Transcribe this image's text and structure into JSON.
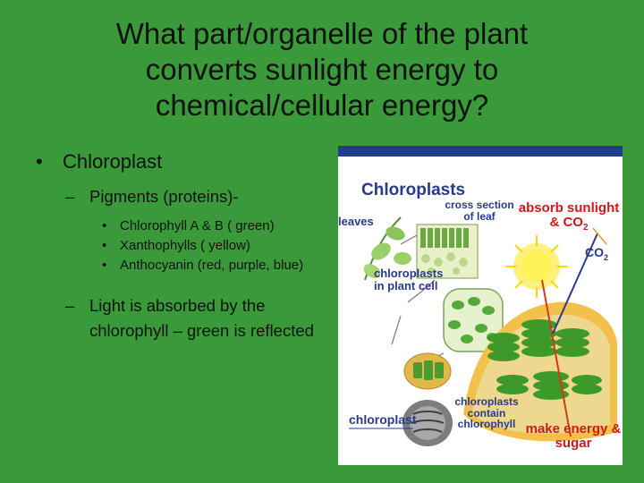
{
  "title": {
    "line1": "What part/organelle of the plant",
    "line2": "converts sunlight energy to",
    "line3": "chemical/cellular energy?"
  },
  "bullets": {
    "main": "Chloroplast",
    "sub1": "Pigments (proteins)-",
    "pigments": [
      "Chlorophyll A & B ( green)",
      "Xanthophylls ( yellow)",
      "Anthocyanin (red, purple, blue)"
    ],
    "sub2": "Light is absorbed by the chlorophyll – green is reflected"
  },
  "figure": {
    "title": "Chloroplasts",
    "cross_section": "cross section of leaf",
    "leaves": "leaves",
    "absorb": "absorb sunlight & CO",
    "co2": "CO",
    "co2_sub": "2",
    "chloroplasts_in_cell": "chloroplasts in plant cell",
    "chloroplast": "chloroplast",
    "contain": "chloroplasts contain chlorophyll",
    "make": "make energy & sugar",
    "colors": {
      "label_blue": "#2a3a8a",
      "label_red": "#cc1a1a",
      "slide_green": "#3a9a3a"
    }
  }
}
